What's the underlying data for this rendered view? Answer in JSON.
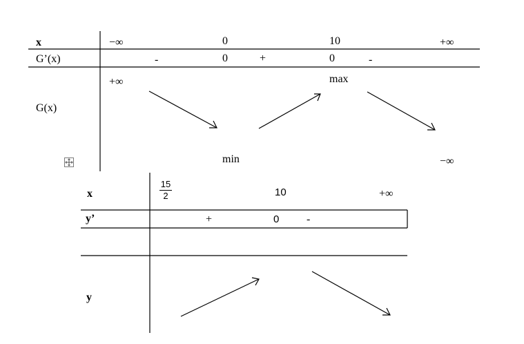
{
  "table1": {
    "row_x": {
      "label": "x",
      "v1": "−∞",
      "v2": "0",
      "v3": "10",
      "v4": "+∞"
    },
    "row_deriv": {
      "label": "G’(x)",
      "s1": "-",
      "z1": "0",
      "s2": "+",
      "z2": "0",
      "s3": "-"
    },
    "row_func": {
      "label": "G(x)",
      "start": "+∞",
      "max": "max",
      "min": "min",
      "end": "−∞"
    }
  },
  "table2": {
    "row_x": {
      "label": "x",
      "frac_num": "15",
      "frac_den": "2",
      "v2": "10",
      "v3": "+∞"
    },
    "row_deriv": {
      "label": "y’",
      "s1": "+",
      "z1": "0",
      "s2": "-"
    },
    "row_func": {
      "label": "y"
    }
  },
  "icons": {
    "move_handle": "move-cross-icon"
  }
}
